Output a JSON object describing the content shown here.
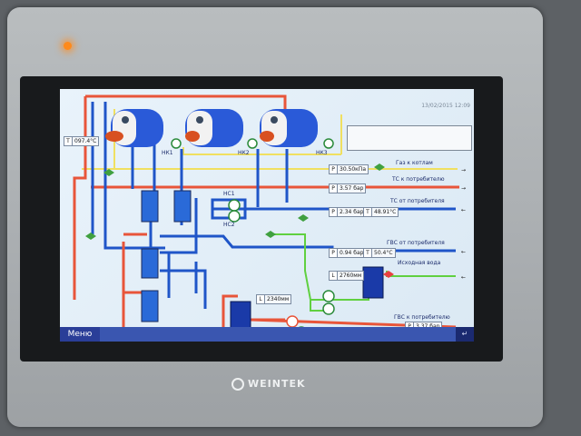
{
  "screen": {
    "date": "13/02/2015 12:09",
    "menu_label": "Меню"
  },
  "device": {
    "brand": "WEINTEK"
  },
  "boilers": [
    {
      "label": "НК1"
    },
    {
      "label": "НК2"
    },
    {
      "label": "НК3"
    }
  ],
  "pumps": {
    "nc1": "НС1",
    "nc2": "НС2"
  },
  "lines": {
    "gas": "Газ к котлам",
    "ts_to_consumer": "ТС к потребителю",
    "ts_from_consumer": "ТС от потребителя",
    "gvs_from_consumer": "ГВС от потребителя",
    "source_water": "Исходная вода",
    "gvs_to_consumer": "ГВС к потребителю"
  },
  "readings": {
    "boiler_temp": {
      "prefix": "T",
      "value": "097.4°C"
    },
    "gas_pressure": {
      "prefix": "P",
      "value": "30.50кПа"
    },
    "ts_out_pressure": {
      "prefix": "P",
      "value": "3.57 бар"
    },
    "ts_in_pressure": {
      "prefix": "P",
      "value": "2.34 бар"
    },
    "ts_in_temp": {
      "prefix": "T",
      "value": "48.91°C"
    },
    "gvs_in_pressure": {
      "prefix": "P",
      "value": "0.94 бар"
    },
    "gvs_in_temp": {
      "prefix": "T",
      "value": "50.4°C"
    },
    "tank1_level": {
      "prefix": "L",
      "value": "2760мм"
    },
    "tank2_level": {
      "prefix": "L",
      "value": "2340мм"
    },
    "gvs_out_pressure": {
      "prefix": "P",
      "value": "3.37 бар"
    }
  },
  "colors": {
    "hot": "#e8553a",
    "cold": "#1f55c8",
    "gas": "#f0e060",
    "water": "#60d040"
  }
}
